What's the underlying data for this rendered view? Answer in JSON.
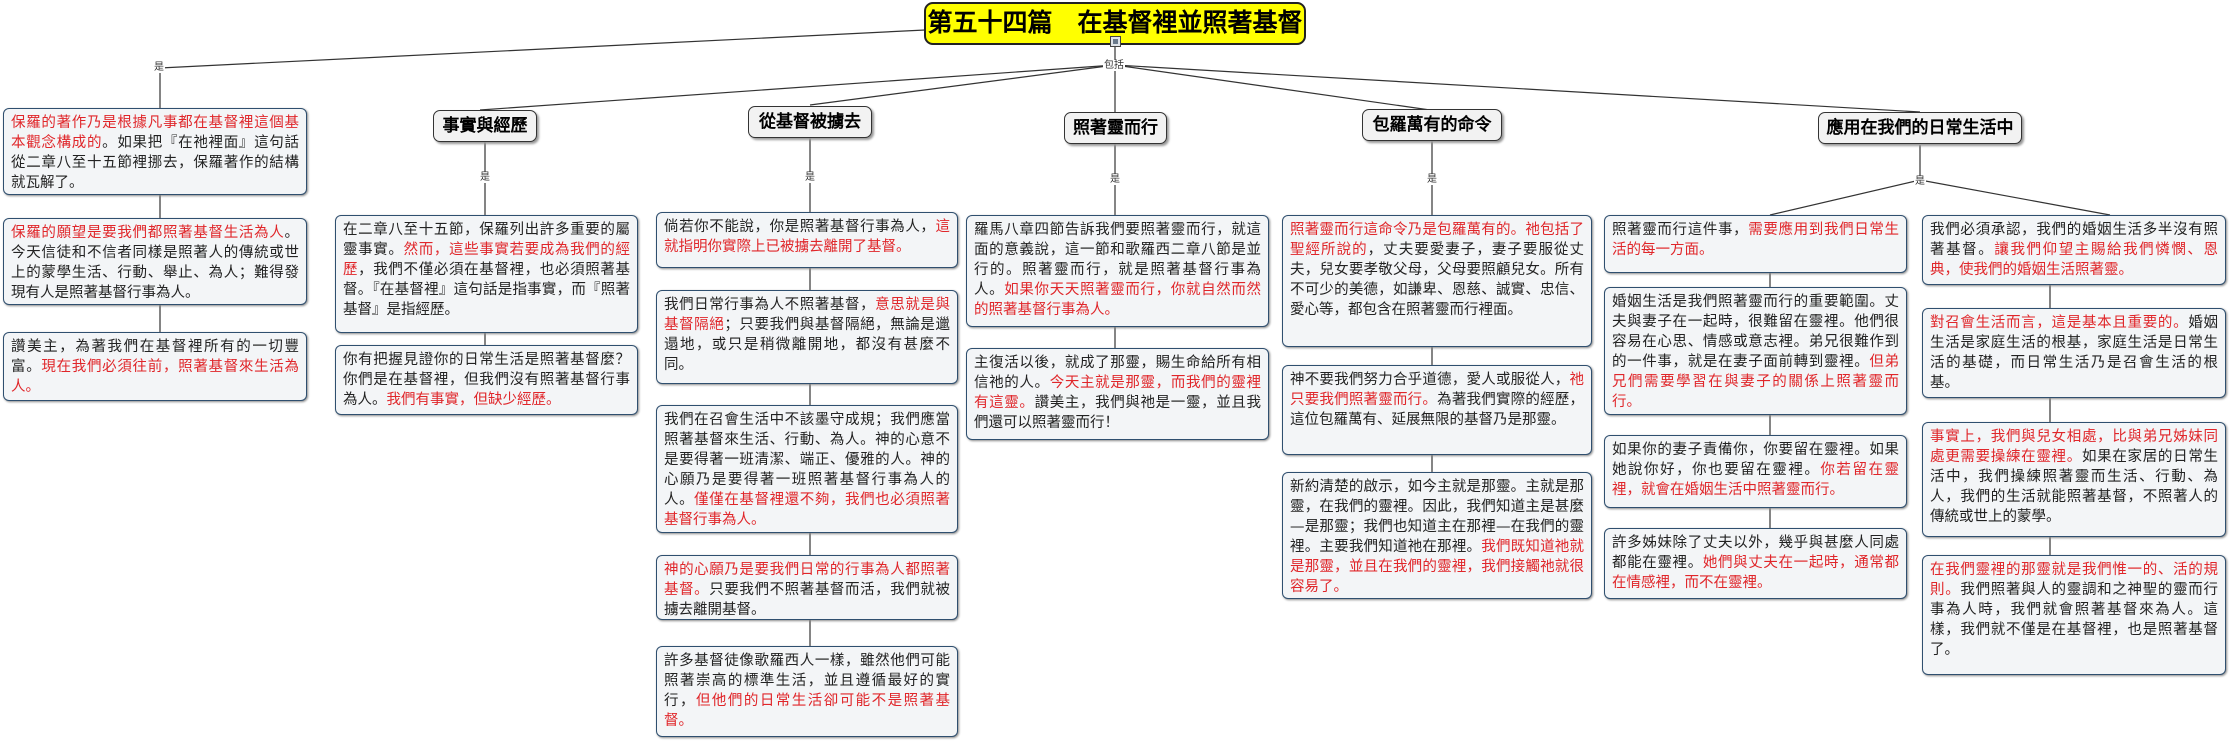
{
  "title": "第五十四篇　在基督裡並照著基督",
  "edge_labels": {
    "is": "是",
    "includes": "包括"
  },
  "headings": {
    "facts": "事實與經歷",
    "removed": "從基督被擄去",
    "spirit": "照著靈而行",
    "law": "包羅萬有的命令",
    "apply": "應用在我們的日常生活中"
  },
  "boxes": {
    "left1": {
      "red": "保羅的著作乃是根據凡事都在基督裡這個基本觀念構成的",
      "black": "。如果把『在祂裡面』這句話從二章八至十五節裡挪去，保羅著作的結構就瓦解了。"
    },
    "left2": {
      "red": "保羅的願望是要我們都照著基督生活為人",
      "black": "。今天信徒和不信者同樣是照著人的傳統或世上的蒙學生活、行動、舉止、為人；難得發現有人是照著基督行事為人。"
    },
    "left3": {
      "black": "讚美主，為著我們在基督裡所有的一切豐富。",
      "red": "現在我們必須往前，照著基督來生活為人。"
    },
    "f1": {
      "a": "在二章八至十五節，保羅列出許多重要的屬靈事實。",
      "red": "然而，這些事實若要成為我們的經歷",
      "b": "，我們不僅必須在基督裡，也必須照著基督。『在基督裡』這句話是指事實，而『照著基督』是指經歷。"
    },
    "f2": {
      "black": "你有把握見證你的日常生活是照著基督麼？你們是在基督裡，但我們沒有照著基督行事為人。",
      "red": "我們有事實，但缺少經歷。"
    },
    "r1": {
      "black": "倘若你不能說，你是照著基督行事為人，",
      "red": "這就指明你實際上已被擄去離開了基督。"
    },
    "r2": {
      "black": "我們日常行事為人不照著基督，",
      "red": "意思就是與基督隔絕",
      "black2": "；只要我們與基督隔絕，無論是邋遢地，或只是稍微離開地，都沒有甚麼不同。"
    },
    "r3": {
      "black": "我們在召會生活中不該墨守成規；我們應當照著基督來生活、行動、為人。神的心意不是要得著一班清潔、端正、優雅的人。神的心願乃是要得著一班照著基督行事為人的人。",
      "red": "僅僅在基督裡還不夠，我們也必須照著基督行事為人。"
    },
    "r4": {
      "red": "神的心願乃是要我們日常的行事為人都照著基督。",
      "black": "只要我們不照著基督而活，我們就被擄去離開基督。"
    },
    "r5": {
      "black": "許多基督徒像歌羅西人一樣，雖然他們可能照著崇高的標準生活，並且遵循最好的實行，",
      "red": "但他們的日常生活卻可能不是照著基督。"
    },
    "s1": {
      "black": "羅馬八章四節告訴我們要照著靈而行，就這面的意義說，這一節和歌羅西二章八節是並行的。照著靈而行，就是照著基督行事為人。",
      "red": "如果你天天照著靈而行，你就自然而然的照著基督行事為人。"
    },
    "s2": {
      "black": "主復活以後，就成了那靈，賜生命給所有相信祂的人。",
      "red": "今天主就是那靈，而我們的靈裡有這靈。",
      "black2": "讚美主，我們與祂是一靈，並且我們還可以照著靈而行！"
    },
    "l1": {
      "red": "照著靈而行這命令乃是包羅萬有的。祂包括了聖經所說的",
      "black": "，丈夫要愛妻子，妻子要服從丈夫，兒女要孝敬父母，父母要照顧兒女。所有不可少的美德，如謙卑、恩慈、誠實、忠信、愛心等，都包含在照著靈而行裡面。"
    },
    "l2": {
      "black": "神不要我們努力合乎道德，愛人或服從人，",
      "red": "祂只要我們照著靈而行。",
      "black2": "為著我們實際的經歷，這位包羅萬有、延展無限的基督乃是那靈。"
    },
    "l3": {
      "black": "新約清楚的啟示，如今主就是那靈。主就是那靈，在我們的靈裡。因此，我們知道主是甚麼—是那靈；我們也知道主在那裡—在我們的靈裡。主要我們知道祂在那裡。",
      "red": "我們既知道祂就是那靈，並且在我們的靈裡，我們接觸祂就很容易了。"
    },
    "a1": {
      "black": "照著靈而行這件事，",
      "red": "需要應用到我們日常生活的每一方面。"
    },
    "a2": {
      "black": "婚姻生活是我們照著靈而行的重要範圍。丈夫與妻子在一起時，很難留在靈裡。他們很容易在心思、情感或意志裡。弟兄很難作到的一件事，就是在妻子面前轉到靈裡。",
      "red": "但弟兄們需要學習在與妻子的關係上照著靈而行。"
    },
    "a3": {
      "black": "如果你的妻子責備你，你要留在靈裡。如果她說你好，你也要留在靈裡。",
      "red": "你若留在靈裡，就會在婚姻生活中照著靈而行。"
    },
    "a4": {
      "black": "許多姊妹除了丈夫以外，幾乎與甚麼人同處都能在靈裡。",
      "red": "她們與丈夫在一起時，通常都在情感裡，而不在靈裡。"
    },
    "b1": {
      "black": "我們必須承認，我們的婚姻生活多半沒有照著基督。",
      "red": "讓我們仰望主賜給我們憐憫、恩典，使我們的婚姻生活照著靈。"
    },
    "b2": {
      "red": "對召會生活而言，這是基本且重要的。",
      "black": "婚姻生活是家庭生活的根基，家庭生活是日常生活的基礎，而日常生活乃是召會生活的根基。"
    },
    "b3": {
      "red": "事實上，我們與兒女相處，比與弟兄姊妹同處更需要操練在靈裡。",
      "black": "如果在家居的日常生活中，我們操練照著靈而生活、行動、為人，我們的生活就能照著基督，不照著人的傳統或世上的蒙學。"
    },
    "b4": {
      "red": "在我們靈裡的那靈就是我們惟一的、活的規則。",
      "black": "我們照著與人的靈調和之神聖的靈而行事為人時，我們就會照著基督來為人。這樣，我們就不僅是在基督裡，也是照著基督了。"
    }
  }
}
